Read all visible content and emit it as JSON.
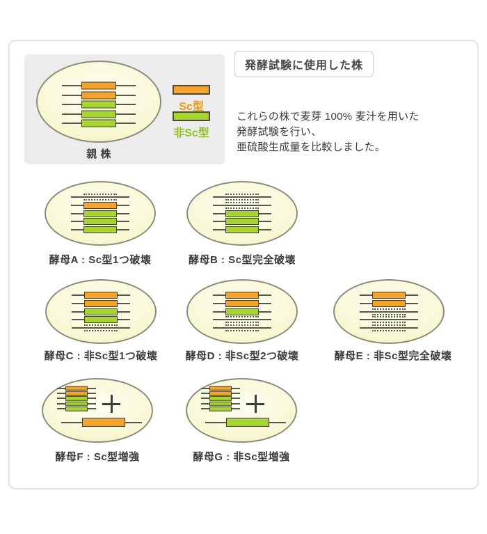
{
  "colors": {
    "sc_orange": "#F6A32A",
    "non_sc_green": "#A6D52F",
    "sc_text": "#F39800",
    "non_sc_text": "#8FC31F",
    "cell_fill": "#F7F7CF",
    "cell_fill_light": "#FEFEF2",
    "cell_border": "#8B8B7D",
    "bar_border": "#3F3F33",
    "chrom_line": "#56564B",
    "panel_bg": "#ECECEC",
    "frame_border": "#E3E3E3",
    "text": "#3C3C3C"
  },
  "header": {
    "box_title": "発酵試験に使用した株",
    "description_lines": [
      "これらの株で麦芽 100% 麦汁を用いた",
      "発酵試験を行い、",
      "亜硫酸生成量を比較しました。"
    ]
  },
  "legend": {
    "sc": "Sc型",
    "non_sc": "非Sc型"
  },
  "parent_strain": {
    "label": "親 株",
    "genes": [
      "sc",
      "sc",
      "nonsc",
      "nonsc",
      "nonsc"
    ]
  },
  "strains": [
    {
      "id": "A",
      "label": "酵母A : Sc型1つ破壊",
      "genes": [
        "broken",
        "sc",
        "nonsc",
        "nonsc",
        "nonsc"
      ]
    },
    {
      "id": "B",
      "label": "酵母B : Sc型完全破壊",
      "genes": [
        "broken",
        "broken",
        "nonsc",
        "nonsc",
        "nonsc"
      ]
    },
    {
      "id": "C",
      "label": "酵母C : 非Sc型1つ破壊",
      "genes": [
        "sc",
        "sc",
        "nonsc",
        "nonsc",
        "broken"
      ]
    },
    {
      "id": "D",
      "label": "酵母D : 非Sc型2つ破壊",
      "genes": [
        "sc",
        "sc",
        "nonsc",
        "broken",
        "broken"
      ]
    },
    {
      "id": "E",
      "label": "酵母E : 非Sc型完全破壊",
      "genes": [
        "sc",
        "sc",
        "broken",
        "broken",
        "broken"
      ]
    },
    {
      "id": "F",
      "label": "酵母F : Sc型増強",
      "genes": [
        "sc",
        "sc",
        "nonsc",
        "nonsc",
        "nonsc"
      ],
      "added_gene": "sc"
    },
    {
      "id": "G",
      "label": "酵母G : 非Sc型増強",
      "genes": [
        "sc",
        "sc",
        "nonsc",
        "nonsc",
        "nonsc"
      ],
      "added_gene": "nonsc"
    }
  ]
}
